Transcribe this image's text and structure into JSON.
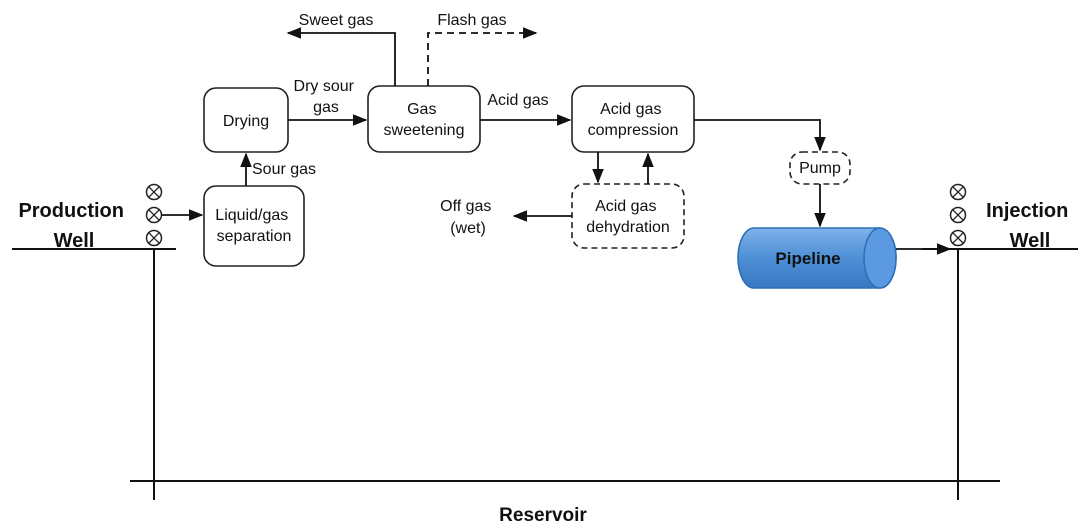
{
  "wells": {
    "production": [
      "Production",
      "Well"
    ],
    "injection": [
      "Injection",
      "Well"
    ]
  },
  "units": {
    "liquid_gas_separation": [
      "Liquid/gas",
      "separation"
    ],
    "drying": [
      "Drying"
    ],
    "gas_sweetening": [
      "Gas",
      "sweetening"
    ],
    "acid_gas_compression": [
      "Acid gas",
      "compression"
    ],
    "acid_gas_dehydration": [
      "Acid gas",
      "dehydration"
    ],
    "pump": [
      "Pump"
    ],
    "pipeline": [
      "Pipeline"
    ]
  },
  "streams": {
    "sour_gas": [
      "Sour gas"
    ],
    "dry_sour_gas": [
      "Dry sour",
      "gas"
    ],
    "sweet_gas": [
      "Sweet gas"
    ],
    "flash_gas": [
      "Flash gas"
    ],
    "acid_gas": [
      "Acid gas"
    ],
    "off_gas_wet": [
      "Off gas",
      "(wet)"
    ]
  },
  "reservoir": "Reservoir",
  "colors": {
    "pipeline_fill": "#4d8fd6",
    "pipeline_stroke": "#2f6fb8",
    "line": "#111111"
  }
}
